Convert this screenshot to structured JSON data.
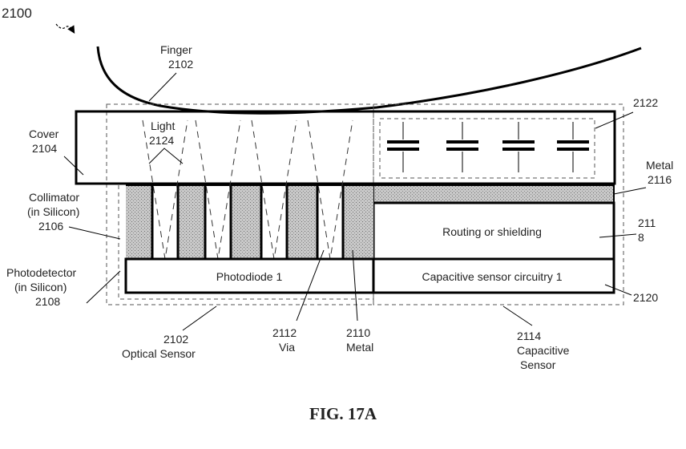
{
  "figure": {
    "ref": "2100",
    "caption": "FIG. 17A",
    "colors": {
      "stroke": "#000000",
      "dashed": "#555555",
      "stipple_bg": "#c8c8c8",
      "stipple_dot": "#6e6e6e"
    }
  },
  "labels": {
    "finger": {
      "name": "Finger",
      "ref": "2102"
    },
    "cover": {
      "name": "Cover",
      "ref": "2104"
    },
    "light": {
      "name": "Light",
      "ref": "2124"
    },
    "collimator": {
      "name": "Collimator",
      "sub": "(in Silicon)",
      "ref": "2106"
    },
    "photodetector": {
      "name": "Photodetector",
      "sub": "(in Silicon)",
      "ref": "2108"
    },
    "optical_sensor": {
      "ref": "2102",
      "name": "Optical Sensor"
    },
    "via": {
      "ref": "2112",
      "name": "Via"
    },
    "metal_2110": {
      "ref": "2110",
      "name": "Metal"
    },
    "capacitive_sensor": {
      "ref": "2114",
      "name1": "Capacitive",
      "name2": "Sensor"
    },
    "capacitor_array": {
      "ref": "2122"
    },
    "metal_2116": {
      "name": "Metal",
      "ref": "2116"
    },
    "routing": {
      "name": "Routing or shielding",
      "ref_line1": "211",
      "ref_line2": "8"
    },
    "photodiode": {
      "name": "Photodiode 1"
    },
    "cap_circuitry": {
      "name": "Capacitive sensor circuitry 1",
      "ref": "2120"
    }
  }
}
